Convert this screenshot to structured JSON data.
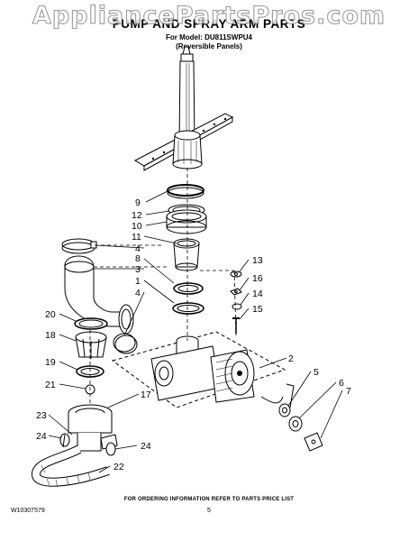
{
  "watermark": "AppliancePartsPros.com",
  "header": {
    "title": "PUMP AND SPRAY ARM PARTS",
    "model_line": "For Model: DU811SWPU4",
    "panel_line": "(Reversible Panels)"
  },
  "callouts": [
    "9",
    "12",
    "10",
    "11",
    "4",
    "3",
    "8",
    "1",
    "4",
    "13",
    "16",
    "14",
    "15",
    "20",
    "18",
    "19",
    "21",
    "17",
    "2",
    "5",
    "6",
    "7",
    "23",
    "24",
    "24",
    "22"
  ],
  "footer": {
    "note": "FOR ORDERING INFORMATION REFER TO PARTS PRICE LIST",
    "doc_id": "W10307579",
    "page": "5"
  }
}
